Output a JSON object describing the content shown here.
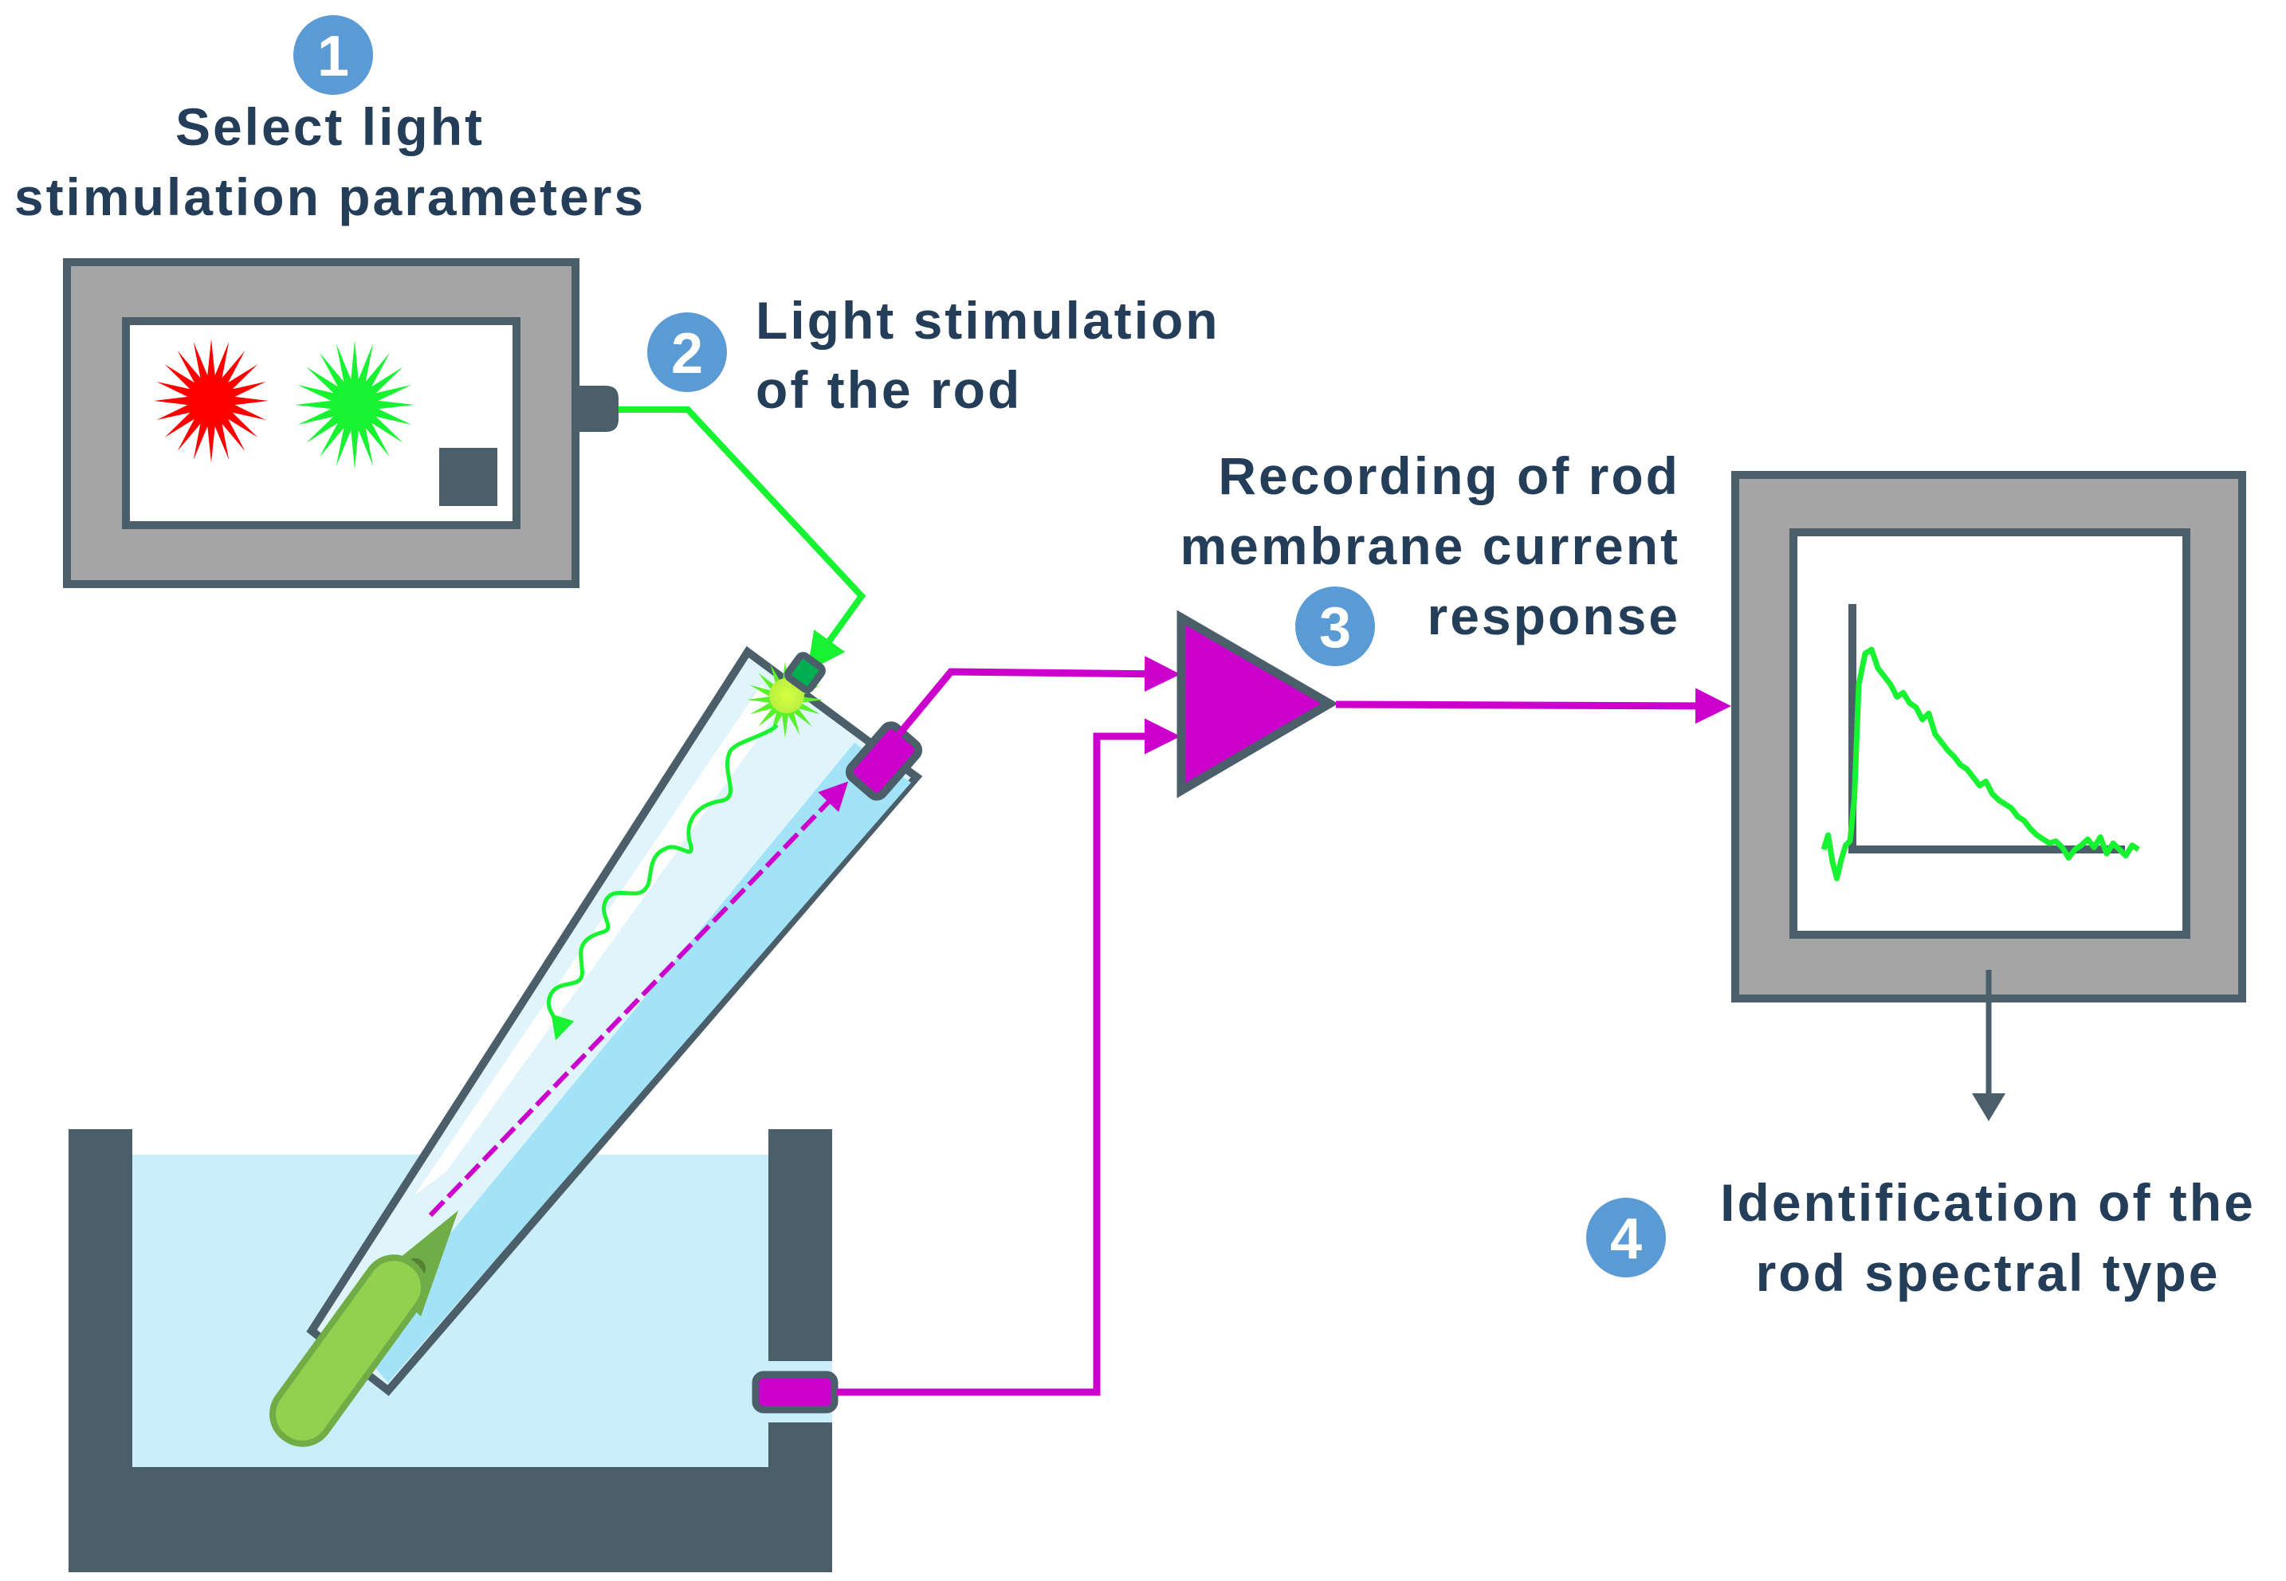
{
  "title": "Rod spectral type identification workflow",
  "colors": {
    "text": "#243d58",
    "badge": "#5b9bd5",
    "frame_dark": "#4b5f6a",
    "frame_gray": "#a5a5a5",
    "green_light": "#17f231",
    "red_light": "#ff0000",
    "signal_magenta": "#cc00cc",
    "bath_water": "#caeefb",
    "pipette_fill": "#a3e3f8",
    "rod_body": "#92d050",
    "rod_outline": "#70ad47"
  },
  "steps": [
    {
      "number": "1",
      "lines": [
        "Select light",
        "stimulation parameters"
      ]
    },
    {
      "number": "2",
      "lines": [
        "Light stimulation",
        "of the rod"
      ]
    },
    {
      "number": "3",
      "lines": [
        "Recording of rod",
        "membrane current",
        "response"
      ]
    },
    {
      "number": "4",
      "lines": [
        "Identification of the",
        "rod spectral type"
      ]
    }
  ],
  "components": {
    "light_controller": {
      "lights": [
        "red",
        "green"
      ]
    },
    "pipette": {},
    "amplifier": {},
    "monitor": {
      "trace": [
        0.0,
        0.07,
        -0.06,
        -0.14,
        -0.05,
        0.02,
        0.04,
        0.25,
        0.8,
        0.95,
        0.97,
        0.88,
        0.84,
        0.8,
        0.74,
        0.76,
        0.71,
        0.69,
        0.63,
        0.66,
        0.56,
        0.52,
        0.48,
        0.45,
        0.41,
        0.39,
        0.35,
        0.31,
        0.33,
        0.27,
        0.24,
        0.22,
        0.2,
        0.16,
        0.14,
        0.1,
        0.07,
        0.05,
        0.03,
        0.04,
        0.01,
        -0.04,
        0.0,
        0.02,
        0.05,
        0.01,
        0.06,
        -0.02,
        0.03,
        0.0,
        -0.03,
        0.02,
        0.0
      ]
    },
    "bath": {}
  }
}
